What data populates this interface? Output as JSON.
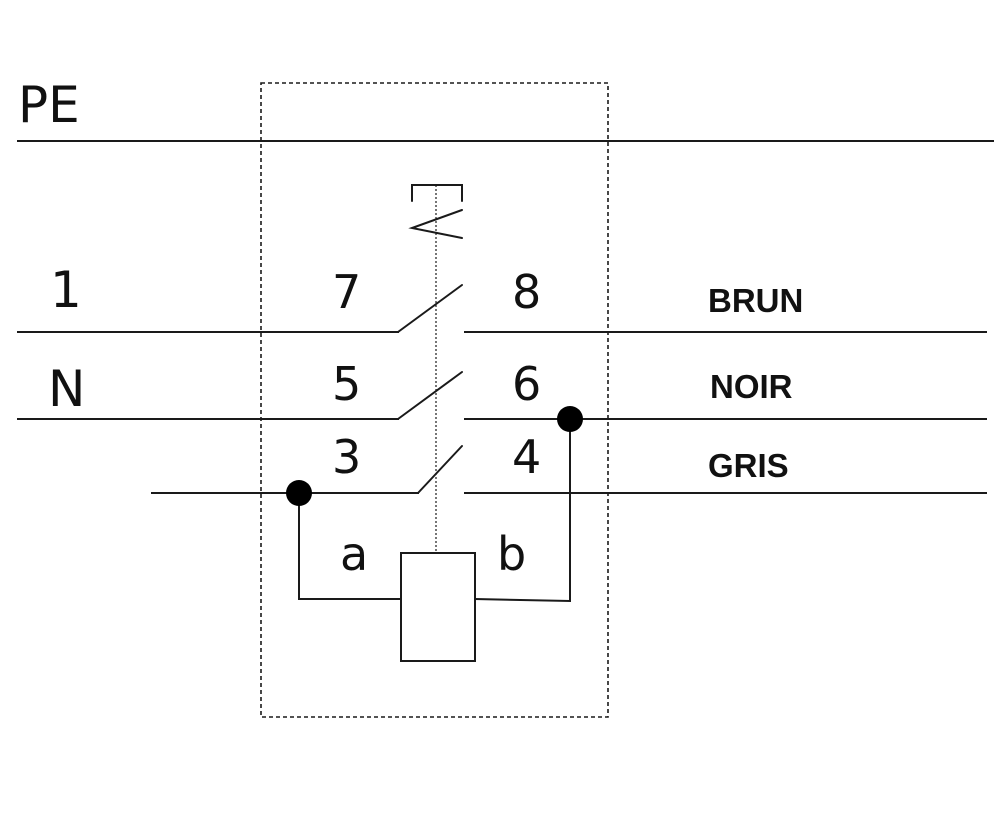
{
  "lines": {
    "pe": "PE",
    "l1": "1",
    "n": "N"
  },
  "terminals": {
    "t7": "7",
    "t8": "8",
    "t5": "5",
    "t6": "6",
    "t3": "3",
    "t4": "4",
    "coil_a": "a",
    "coil_b": "b"
  },
  "wire_colors": {
    "brun": "BRUN",
    "noir": "NOIR",
    "gris": "GRIS"
  }
}
